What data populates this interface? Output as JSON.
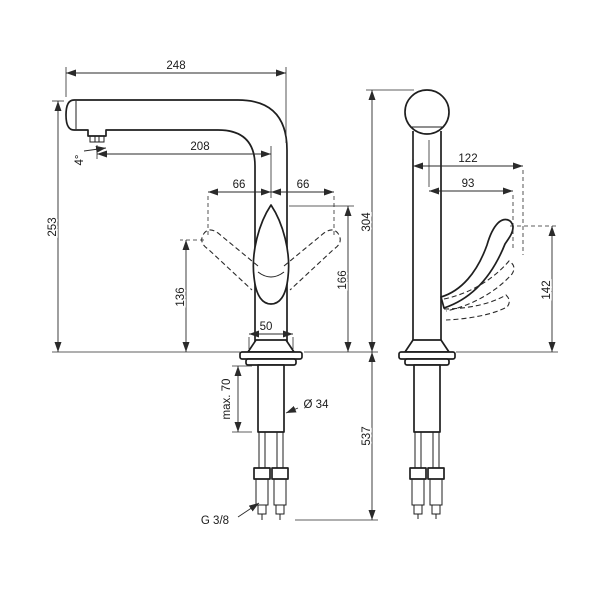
{
  "front_view": {
    "dim_total_reach": "248",
    "dim_spout_reach": "208",
    "dim_swivel_left": "66",
    "dim_swivel_right": "66",
    "dim_spout_angle": "4°",
    "dim_height_spout": "253",
    "dim_handle_swing_height": "136",
    "dim_base_width": "50",
    "dim_handle_height": "166",
    "dim_total_height": "304",
    "dim_max_mounting": "max. 70",
    "dim_shank_diameter": "Ø 34",
    "dim_overall_length": "537",
    "dim_connection_thread": "G 3/8"
  },
  "side_view": {
    "dim_depth_total": "122",
    "dim_depth_handle": "93",
    "dim_handle_clearance": "142"
  }
}
